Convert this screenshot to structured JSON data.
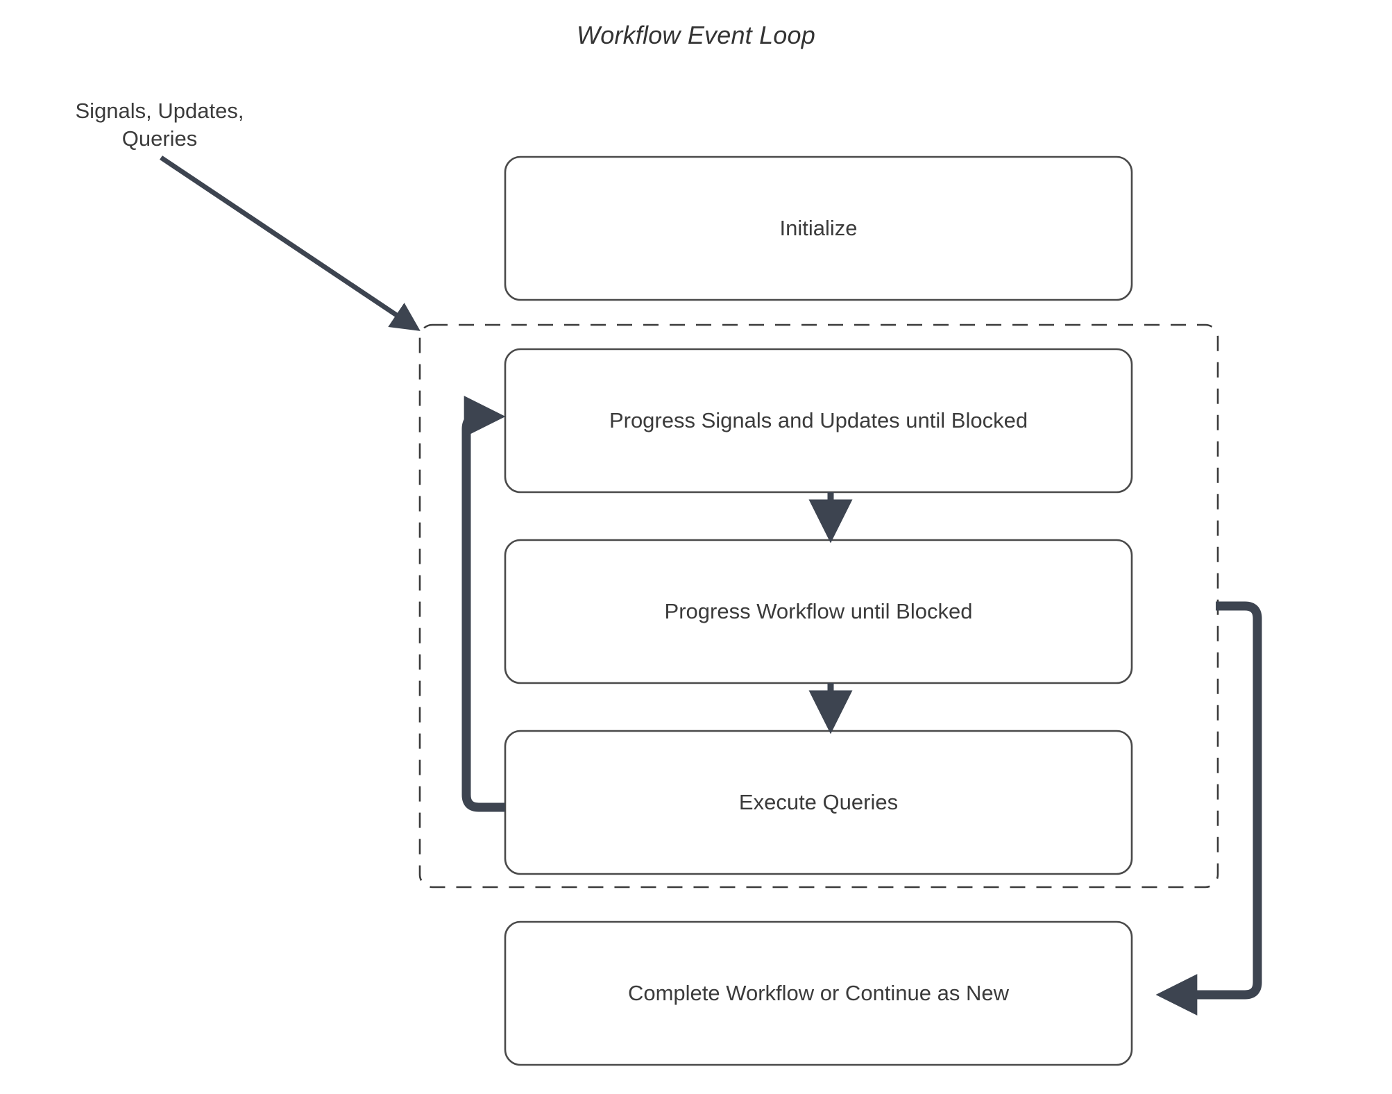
{
  "diagram": {
    "title": "Workflow Event Loop",
    "type": "flowchart",
    "colors": {
      "stroke": "#3d4450",
      "node_border": "#4a4a4a",
      "node_fill": "#ffffff",
      "text": "#3b3b3b",
      "background": "#ffffff"
    },
    "nodes": [
      {
        "id": "initialize",
        "label": "Initialize"
      },
      {
        "id": "progress_su",
        "label": "Progress Signals and Updates until Blocked"
      },
      {
        "id": "progress_wf",
        "label": "Progress Workflow until Blocked"
      },
      {
        "id": "exec_queries",
        "label": "Execute Queries"
      },
      {
        "id": "complete",
        "label": "Complete Workflow or Continue as New"
      }
    ],
    "group": {
      "id": "event_loop_group",
      "style": "dashed",
      "label": ""
    },
    "edges": [
      {
        "id": "external-input",
        "label_line1": "Signals, Updates,",
        "label_line2": "Queries",
        "from": "external",
        "to": "event_loop_group",
        "style": "solid-arrow-diagonal"
      },
      {
        "id": "su-to-wf",
        "label": "",
        "from": "progress_su",
        "to": "progress_wf",
        "style": "solid-arrow-down"
      },
      {
        "id": "wf-to-queries",
        "label": "",
        "from": "progress_wf",
        "to": "exec_queries",
        "style": "solid-arrow-down"
      },
      {
        "id": "loop-back",
        "label": "",
        "from": "exec_queries",
        "to": "progress_su",
        "style": "thick-arrow-loop-left"
      },
      {
        "id": "exit-to-complete",
        "label": "",
        "from": "event_loop_group",
        "to": "complete",
        "style": "thick-arrow-loop-right"
      }
    ]
  }
}
